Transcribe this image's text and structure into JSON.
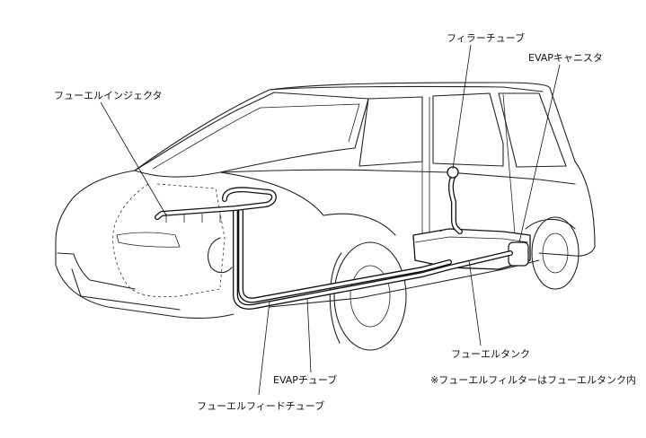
{
  "labels": {
    "fuel_injector": "フューエルインジェクタ",
    "filler_tube": "フィラーチューブ",
    "evap_canister": "EVAPキャニスタ",
    "fuel_tank": "フューエルタンク",
    "filter_note": "※フューエルフィルターはフューエルタンク内",
    "evap_tube": "EVAPチューブ",
    "fuel_feed_tube": "フューエルフィードチューブ"
  }
}
